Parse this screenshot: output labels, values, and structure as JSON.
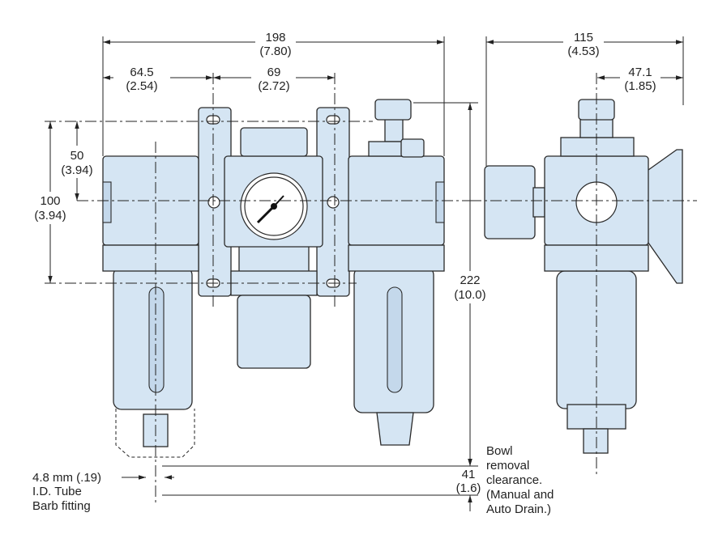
{
  "dimensions": {
    "overall_width": {
      "mm": "198",
      "in": "(7.80)"
    },
    "port_to_bracket": {
      "mm": "64.5",
      "in": "(2.54)"
    },
    "bracket_to_bracket": {
      "mm": "69",
      "in": "(2.72)"
    },
    "bracket_to_port": {
      "mm": "50",
      "in": "(3.94)"
    },
    "bracket_height": {
      "mm": "100",
      "in": "(3.94)"
    },
    "overall_height": {
      "mm": "222",
      "in": "(10.0)"
    },
    "bowl_clearance": {
      "mm": "41",
      "in": "(1.6)"
    },
    "side_depth": {
      "mm": "115",
      "in": "(4.53)"
    },
    "side_bracket": {
      "mm": "47.1",
      "in": "(1.85)"
    }
  },
  "notes": {
    "barb": [
      "4.8 mm (.19)",
      "I.D. Tube",
      "Barb fitting"
    ],
    "bowl": [
      "Bowl",
      "removal",
      "clearance.",
      "(Manual and",
      "Auto Drain.)"
    ]
  }
}
